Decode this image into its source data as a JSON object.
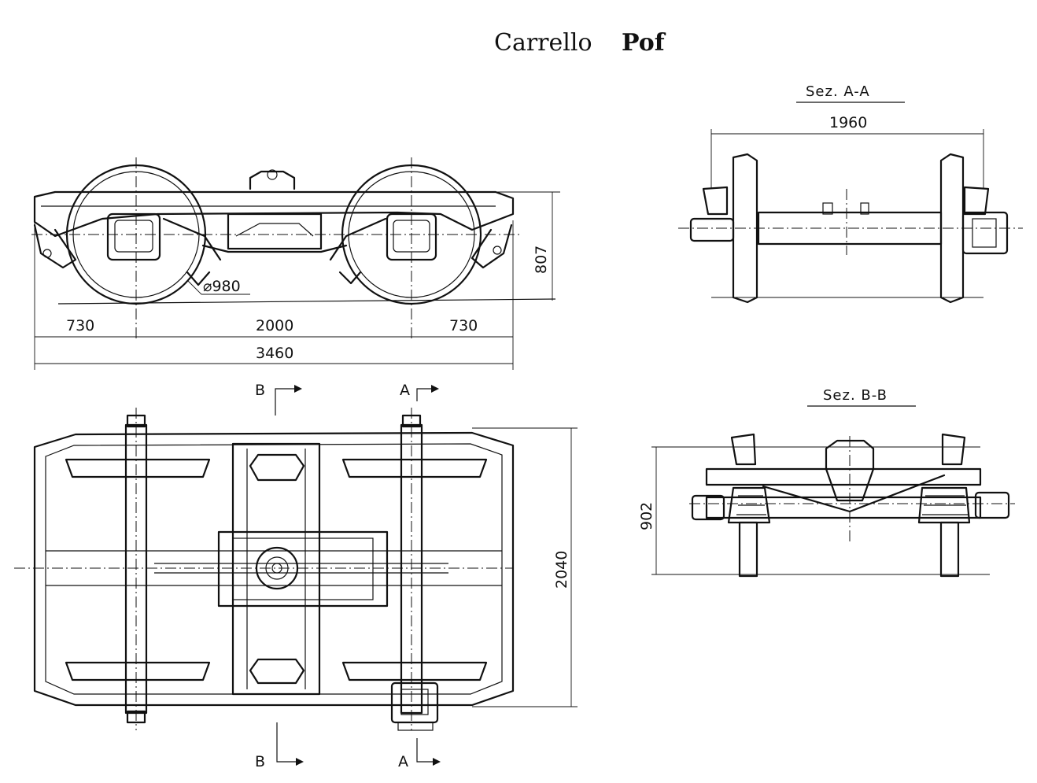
{
  "title": {
    "main": "Carrello",
    "model": "Pof"
  },
  "sections": {
    "aa": "Sez.  A-A",
    "bb": "Sez.  B-B"
  },
  "dimensions": {
    "overall_length": "3460",
    "wheelbase": "2000",
    "overhang_left": "730",
    "overhang_right": "730",
    "height_side": "807",
    "wheel_diameter": "⌀980",
    "width_plan": "2040",
    "gauge_aa": "1960",
    "height_bb": "902"
  },
  "cut_markers": {
    "b_top": "B",
    "a_top": "A",
    "b_bottom": "B",
    "a_bottom": "A"
  }
}
